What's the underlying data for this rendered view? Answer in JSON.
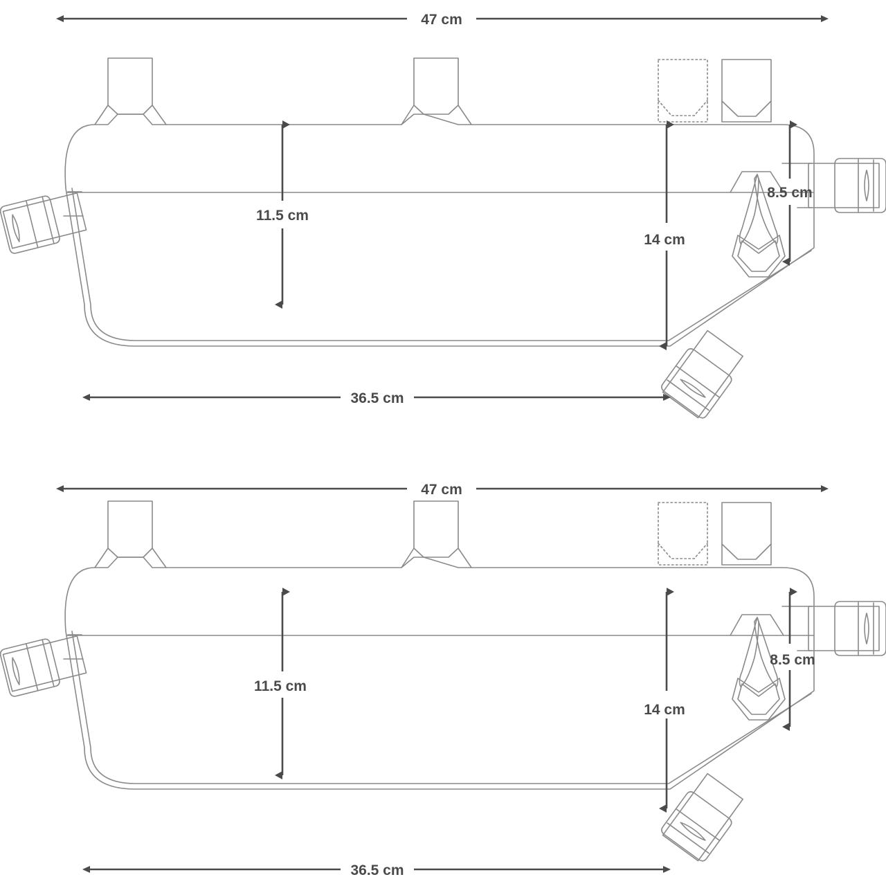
{
  "document": {
    "type": "technical-dimension-drawing",
    "subject": "bicycle frame bag",
    "views": 2,
    "units": "cm",
    "line_color": "#8a8a8a",
    "dimension_color": "#4a4a4a",
    "background_color": "#ffffff"
  },
  "views": [
    {
      "id": "view-top",
      "dimensions": {
        "total_length": "47 cm",
        "front_height": "11.5 cm",
        "rear_height": "14 cm",
        "rear_top_height": "8.5 cm",
        "bottom_length": "36.5 cm"
      },
      "features": {
        "mounting_tabs": 3,
        "dashed_tab": 1,
        "straps": 3,
        "zipper_pull": 1
      }
    },
    {
      "id": "view-bottom",
      "dimensions": {
        "total_length": "47 cm",
        "front_height": "11.5 cm",
        "rear_height": "14 cm",
        "rear_top_height": "8.5 cm",
        "bottom_length": "36.5 cm"
      },
      "features": {
        "mounting_tabs": 3,
        "dashed_tab": 1,
        "straps": 3,
        "zipper_pull": 1
      }
    }
  ],
  "labels": {
    "length_47": "47 cm",
    "height_115": "11.5 cm",
    "height_14": "14 cm",
    "height_85": "8.5 cm",
    "length_365": "36.5 cm"
  }
}
